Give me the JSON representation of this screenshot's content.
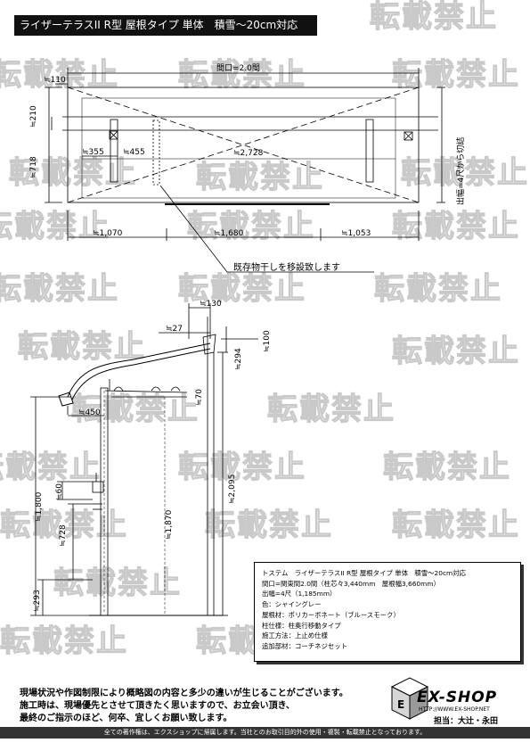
{
  "title": "ライザーテラスII R型 屋根タイプ 単体　積雪～20cm対応",
  "watermark": "転載禁止",
  "plan": {
    "width_label": "間口=2.0間",
    "dim_top": "≒110",
    "dim_210": "≒210",
    "dim_718": "≒718",
    "dim_355": "≒355",
    "dim_455": "≒455",
    "dim_diag": "≒2,728",
    "dim_1070": "≒1,070",
    "dim_1680": "≒1,680",
    "dim_1053": "≒1,053",
    "side_note": "出幅=4尺から切詰",
    "callout": "既存物干しを移設致します"
  },
  "section": {
    "dim_130": "≒130",
    "dim_27": "≒27",
    "dim_100": "≒100",
    "dim_294": "≒294",
    "dim_70": "≒70",
    "dim_450": "≒450",
    "dim_2095": "≒2,095",
    "dim_1800": "≒1,800",
    "dim_60": "≒60",
    "dim_1870": "≒1,870",
    "dim_728": "≒728",
    "dim_293": "≒293"
  },
  "spec": [
    "トステム　ライザーテラスII R型 屋根タイプ 単体　積雪～20cm対応",
    "間口=関東間2.0間（柱芯々3,440mm　屋根幅3,660mm）",
    "出幅=4尺（1,185mm）",
    "色：シャイングレー",
    "屋根材：ポリカーボネート（ブルースモーク）",
    "柱仕様：柱奥行移動タイプ",
    "施工方法：上止め仕様",
    "追加部材：コーチネジセット"
  ],
  "notice": [
    "現場状況や作図制限により概略図の内容と多少の違いが生じることがございます。",
    "施工時は、現場優先とさせて頂きたく思いますので、お立会い頂き、",
    "最終のご指示のほど、何卒、宜しくお願い致します。"
  ],
  "brand": "EX-SHOP",
  "url": "HTTP://WWW.EX-SHOP.NET",
  "person": "担当：大辻・永田",
  "footer": "全ての著作権は、エクスショップに帰属します。当社とのお取引目的外の使用・複製・転載禁止となっております。"
}
